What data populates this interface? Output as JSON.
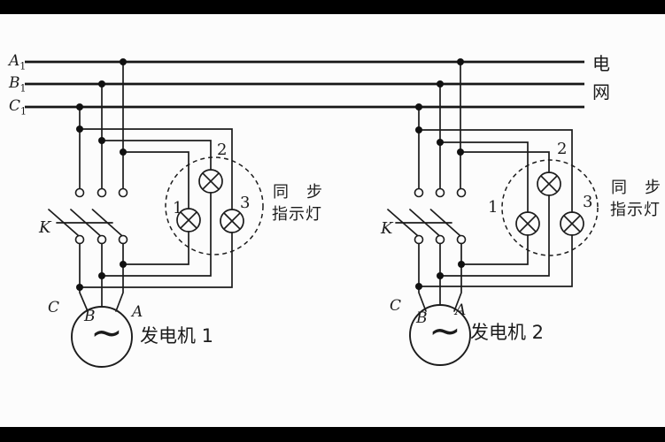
{
  "grid": {
    "phases": [
      {
        "letter": "A",
        "sub": "1"
      },
      {
        "letter": "B",
        "sub": "1"
      },
      {
        "letter": "C",
        "sub": "1"
      }
    ],
    "name_char1": "电",
    "name_char2": "网"
  },
  "unit1": {
    "switch_label": "K",
    "lamp1_label": "1",
    "lamp2_label": "2",
    "lamp3_label": "3",
    "caption_line1": "同　步",
    "caption_line2": "指示灯",
    "gen_terminal_c": "C",
    "gen_terminal_b": "B",
    "gen_terminal_a": "A",
    "gen_ac_symbol": "~",
    "gen_caption": "发电机 1"
  },
  "unit2": {
    "switch_label": "K",
    "lamp1_label": "1",
    "lamp2_label": "2",
    "lamp3_label": "3",
    "caption_line1": "同　步",
    "caption_line2": "指示灯",
    "gen_terminal_c": "C",
    "gen_terminal_b": "B",
    "gen_terminal_a": "A",
    "gen_ac_symbol": "~",
    "gen_caption": "发电机 2"
  }
}
